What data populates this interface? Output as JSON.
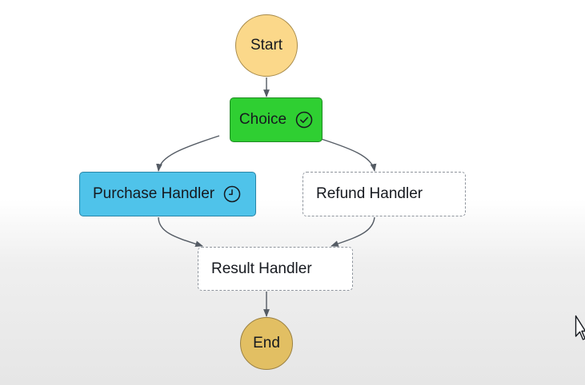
{
  "diagram": {
    "nodes": {
      "start": {
        "label": "Start",
        "fill": "#fbd88a"
      },
      "choice": {
        "label": "Choice",
        "status_icon": "check-circle-icon",
        "fill": "#2fcf32"
      },
      "purchase_handler": {
        "label": "Purchase Handler",
        "status_icon": "clock-icon",
        "fill": "#4fc3ea"
      },
      "refund_handler": {
        "label": "Refund Handler",
        "fill": "#ffffff",
        "style": "dashed"
      },
      "result_handler": {
        "label": "Result Handler",
        "fill": "#ffffff",
        "style": "dashed"
      },
      "end": {
        "label": "End",
        "fill": "#e2bf63"
      }
    },
    "edges": [
      {
        "from": "Start",
        "to": "Choice"
      },
      {
        "from": "Choice",
        "to": "Purchase Handler"
      },
      {
        "from": "Choice",
        "to": "Refund Handler"
      },
      {
        "from": "Purchase Handler",
        "to": "Result Handler"
      },
      {
        "from": "Refund Handler",
        "to": "Result Handler"
      },
      {
        "from": "Result Handler",
        "to": "End"
      }
    ]
  },
  "cursor": {
    "icon": "mouse-pointer-icon"
  }
}
